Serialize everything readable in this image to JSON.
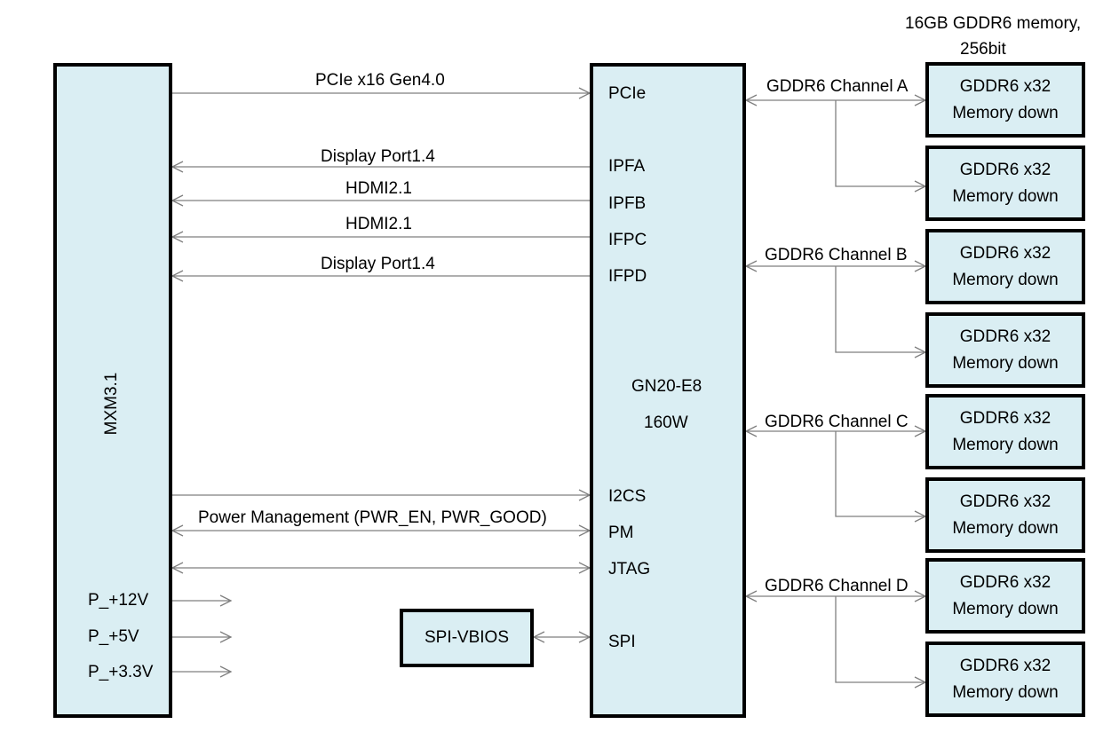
{
  "memory_header": {
    "line1": "16GB GDDR6 memory,",
    "line2": "256bit"
  },
  "mxm": {
    "label": "MXM3.1"
  },
  "gpu": {
    "name": "GN20-E8",
    "power": "160W",
    "ports": {
      "pcie": "PCIe",
      "ipfa": "IPFA",
      "ipfb": "IPFB",
      "ifpc": "IFPC",
      "ifpd": "IFPD",
      "i2cs": "I2CS",
      "pm": "PM",
      "jtag": "JTAG",
      "spi": "SPI"
    }
  },
  "links": {
    "pcie": "PCIe x16 Gen4.0",
    "dp1": "Display Port1.4",
    "hdmi1": "HDMI2.1",
    "hdmi2": "HDMI2.1",
    "dp2": "Display Port1.4",
    "power_mgmt": "Power Management (PWR_EN, PWR_GOOD)"
  },
  "power_rails": [
    "P_+12V",
    "P_+5V",
    "P_+3.3V"
  ],
  "spi_vbios": {
    "label": "SPI-VBIOS"
  },
  "channels": [
    "GDDR6 Channel A",
    "GDDR6 Channel B",
    "GDDR6 Channel C",
    "GDDR6 Channel D"
  ],
  "memory_chips": [
    {
      "line1": "GDDR6 x32",
      "line2": "Memory down"
    },
    {
      "line1": "GDDR6 x32",
      "line2": "Memory down"
    },
    {
      "line1": "GDDR6 x32",
      "line2": "Memory down"
    },
    {
      "line1": "GDDR6 x32",
      "line2": "Memory down"
    },
    {
      "line1": "GDDR6 x32",
      "line2": "Memory down"
    },
    {
      "line1": "GDDR6 x32",
      "line2": "Memory down"
    },
    {
      "line1": "GDDR6 x32",
      "line2": "Memory down"
    },
    {
      "line1": "GDDR6 x32",
      "line2": "Memory down"
    }
  ]
}
